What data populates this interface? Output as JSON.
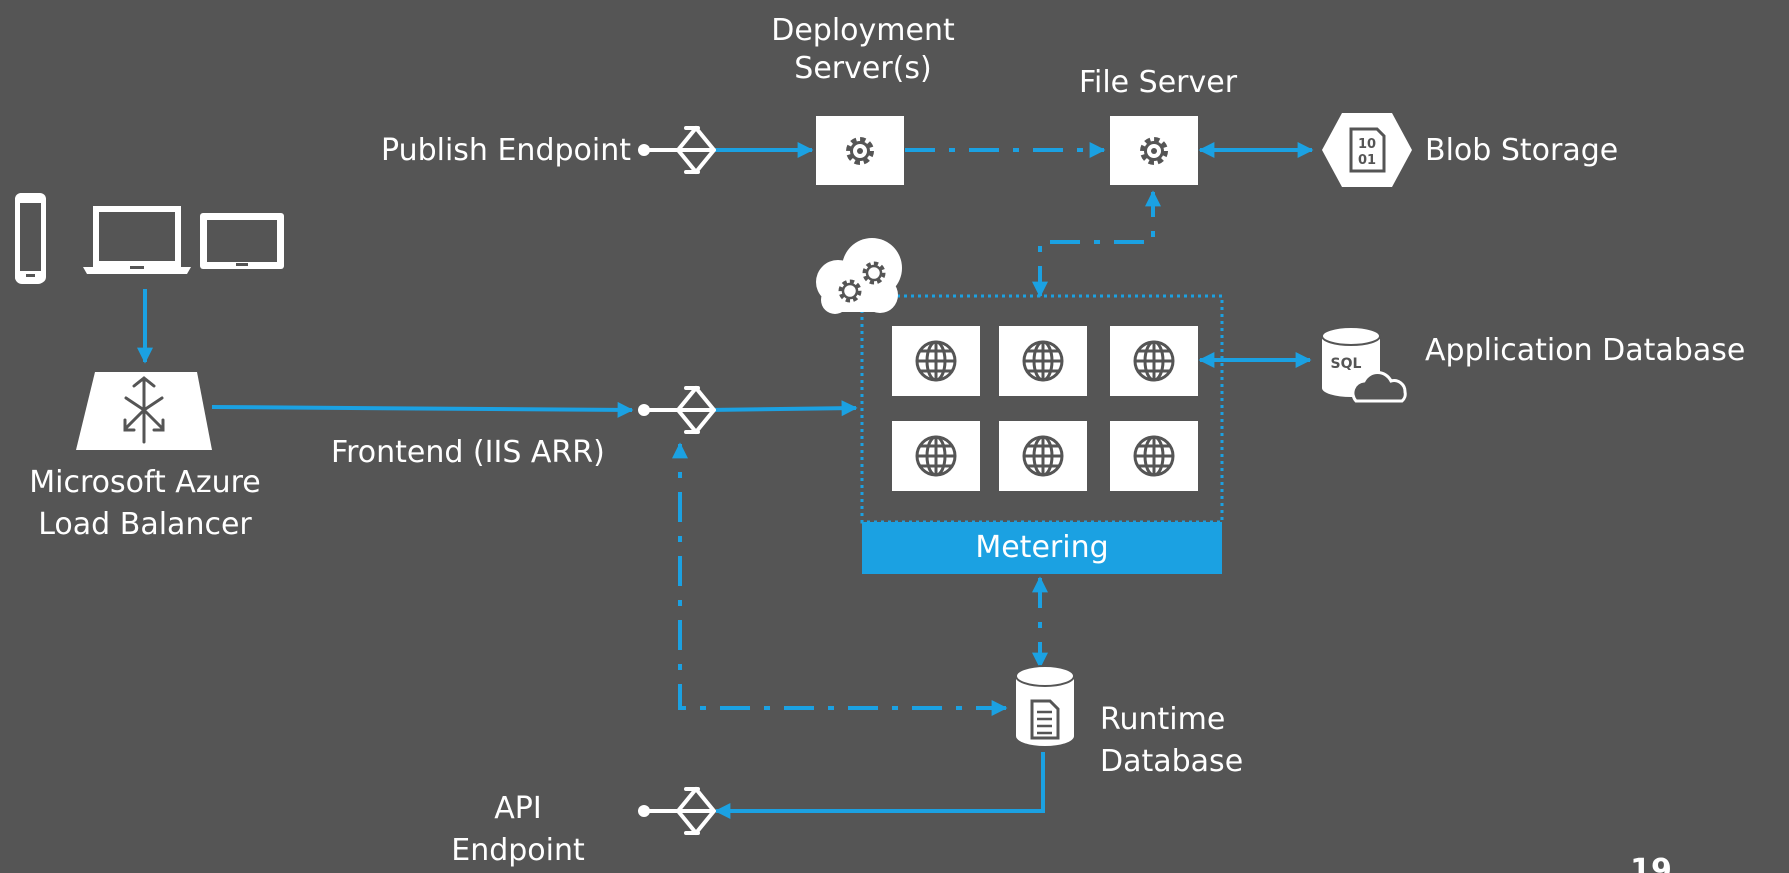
{
  "labels": {
    "deployment_line1": "Deployment",
    "deployment_line2": "Server(s)",
    "file_server": "File Server",
    "publish_endpoint": "Publish Endpoint",
    "blob_storage": "Blob Storage",
    "blob_icon_text_line1": "10",
    "blob_icon_text_line2": "01",
    "application_database": "Application Database",
    "sql_icon_text": "SQL",
    "load_balancer_line1": "Microsoft Azure",
    "load_balancer_line2": "Load Balancer",
    "frontend": "Frontend (IIS ARR)",
    "metering": "Metering",
    "runtime_line1": "Runtime",
    "runtime_line2": "Database",
    "api_line1": "API",
    "api_line2": "Endpoint",
    "page_number": "19"
  },
  "icons": {
    "phone": "phone-icon",
    "laptop": "laptop-icon",
    "tablet": "tablet-icon",
    "load_balancer": "load-balancer-icon",
    "endpoint": "endpoint-icon",
    "gear": "gear-icon",
    "globe": "globe-icon",
    "cloud_gears": "cloud-gears-icon",
    "blob": "blob-storage-icon",
    "sql": "sql-database-icon",
    "runtime_db": "database-icon"
  },
  "colors": {
    "background": "#555555",
    "accent": "#1ba1e2",
    "box": "#ffffff"
  }
}
